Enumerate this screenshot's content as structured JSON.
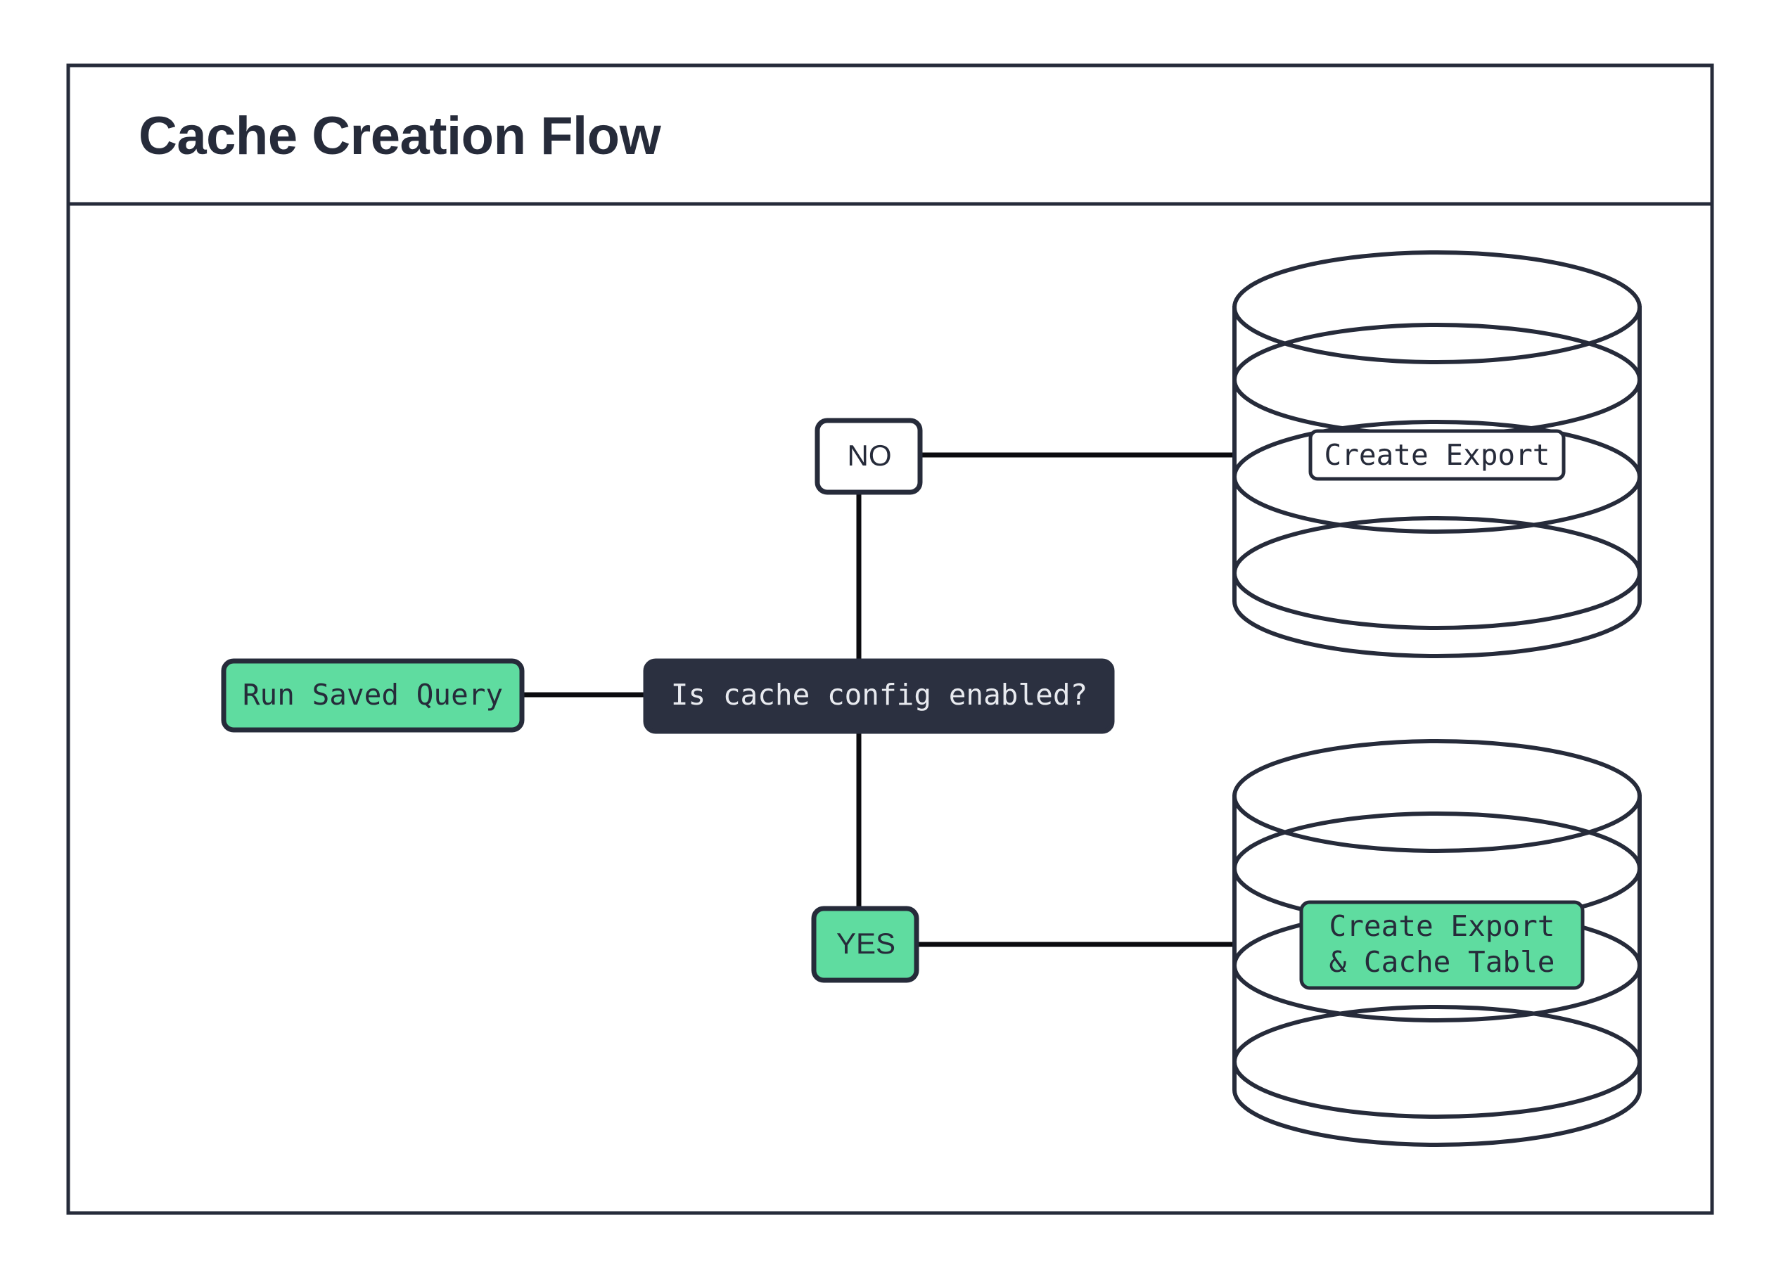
{
  "frame": {
    "title": "Cache Creation Flow",
    "border_color": "#262B3A",
    "background": "#ffffff"
  },
  "palette": {
    "accent_green": "#5FDCA0",
    "dark_navy": "#2B3040",
    "outline": "#262B3A",
    "connector": "#0b0b0f",
    "light_text": "#e8eaef"
  },
  "diagram": {
    "type": "flowchart",
    "nodes": [
      {
        "id": "run-saved-query",
        "label": "Run Saved Query",
        "shape": "rounded-rect",
        "style": "green",
        "font": "mono"
      },
      {
        "id": "decision",
        "label": "Is cache config enabled?",
        "shape": "rounded-rect",
        "style": "dark",
        "font": "mono"
      },
      {
        "id": "label-no",
        "label": "NO",
        "shape": "rounded-rect",
        "style": "white",
        "font": "sans"
      },
      {
        "id": "label-yes",
        "label": "YES",
        "shape": "rounded-rect",
        "style": "green",
        "font": "sans"
      },
      {
        "id": "db-export",
        "label": "Create Export",
        "shape": "database-cylinder",
        "style": "white-label",
        "font": "mono",
        "lines": [
          "Create Export"
        ]
      },
      {
        "id": "db-export-cache",
        "label": "Create Export & Cache Table",
        "shape": "database-cylinder",
        "style": "green-label",
        "font": "mono",
        "lines": [
          "Create Export",
          "& Cache Table"
        ]
      }
    ],
    "edges": [
      {
        "from": "run-saved-query",
        "to": "decision",
        "label": ""
      },
      {
        "from": "decision",
        "to": "label-no",
        "label": "NO"
      },
      {
        "from": "decision",
        "to": "label-yes",
        "label": "YES"
      },
      {
        "from": "label-no",
        "to": "db-export",
        "label": ""
      },
      {
        "from": "label-yes",
        "to": "db-export-cache",
        "label": ""
      }
    ]
  }
}
